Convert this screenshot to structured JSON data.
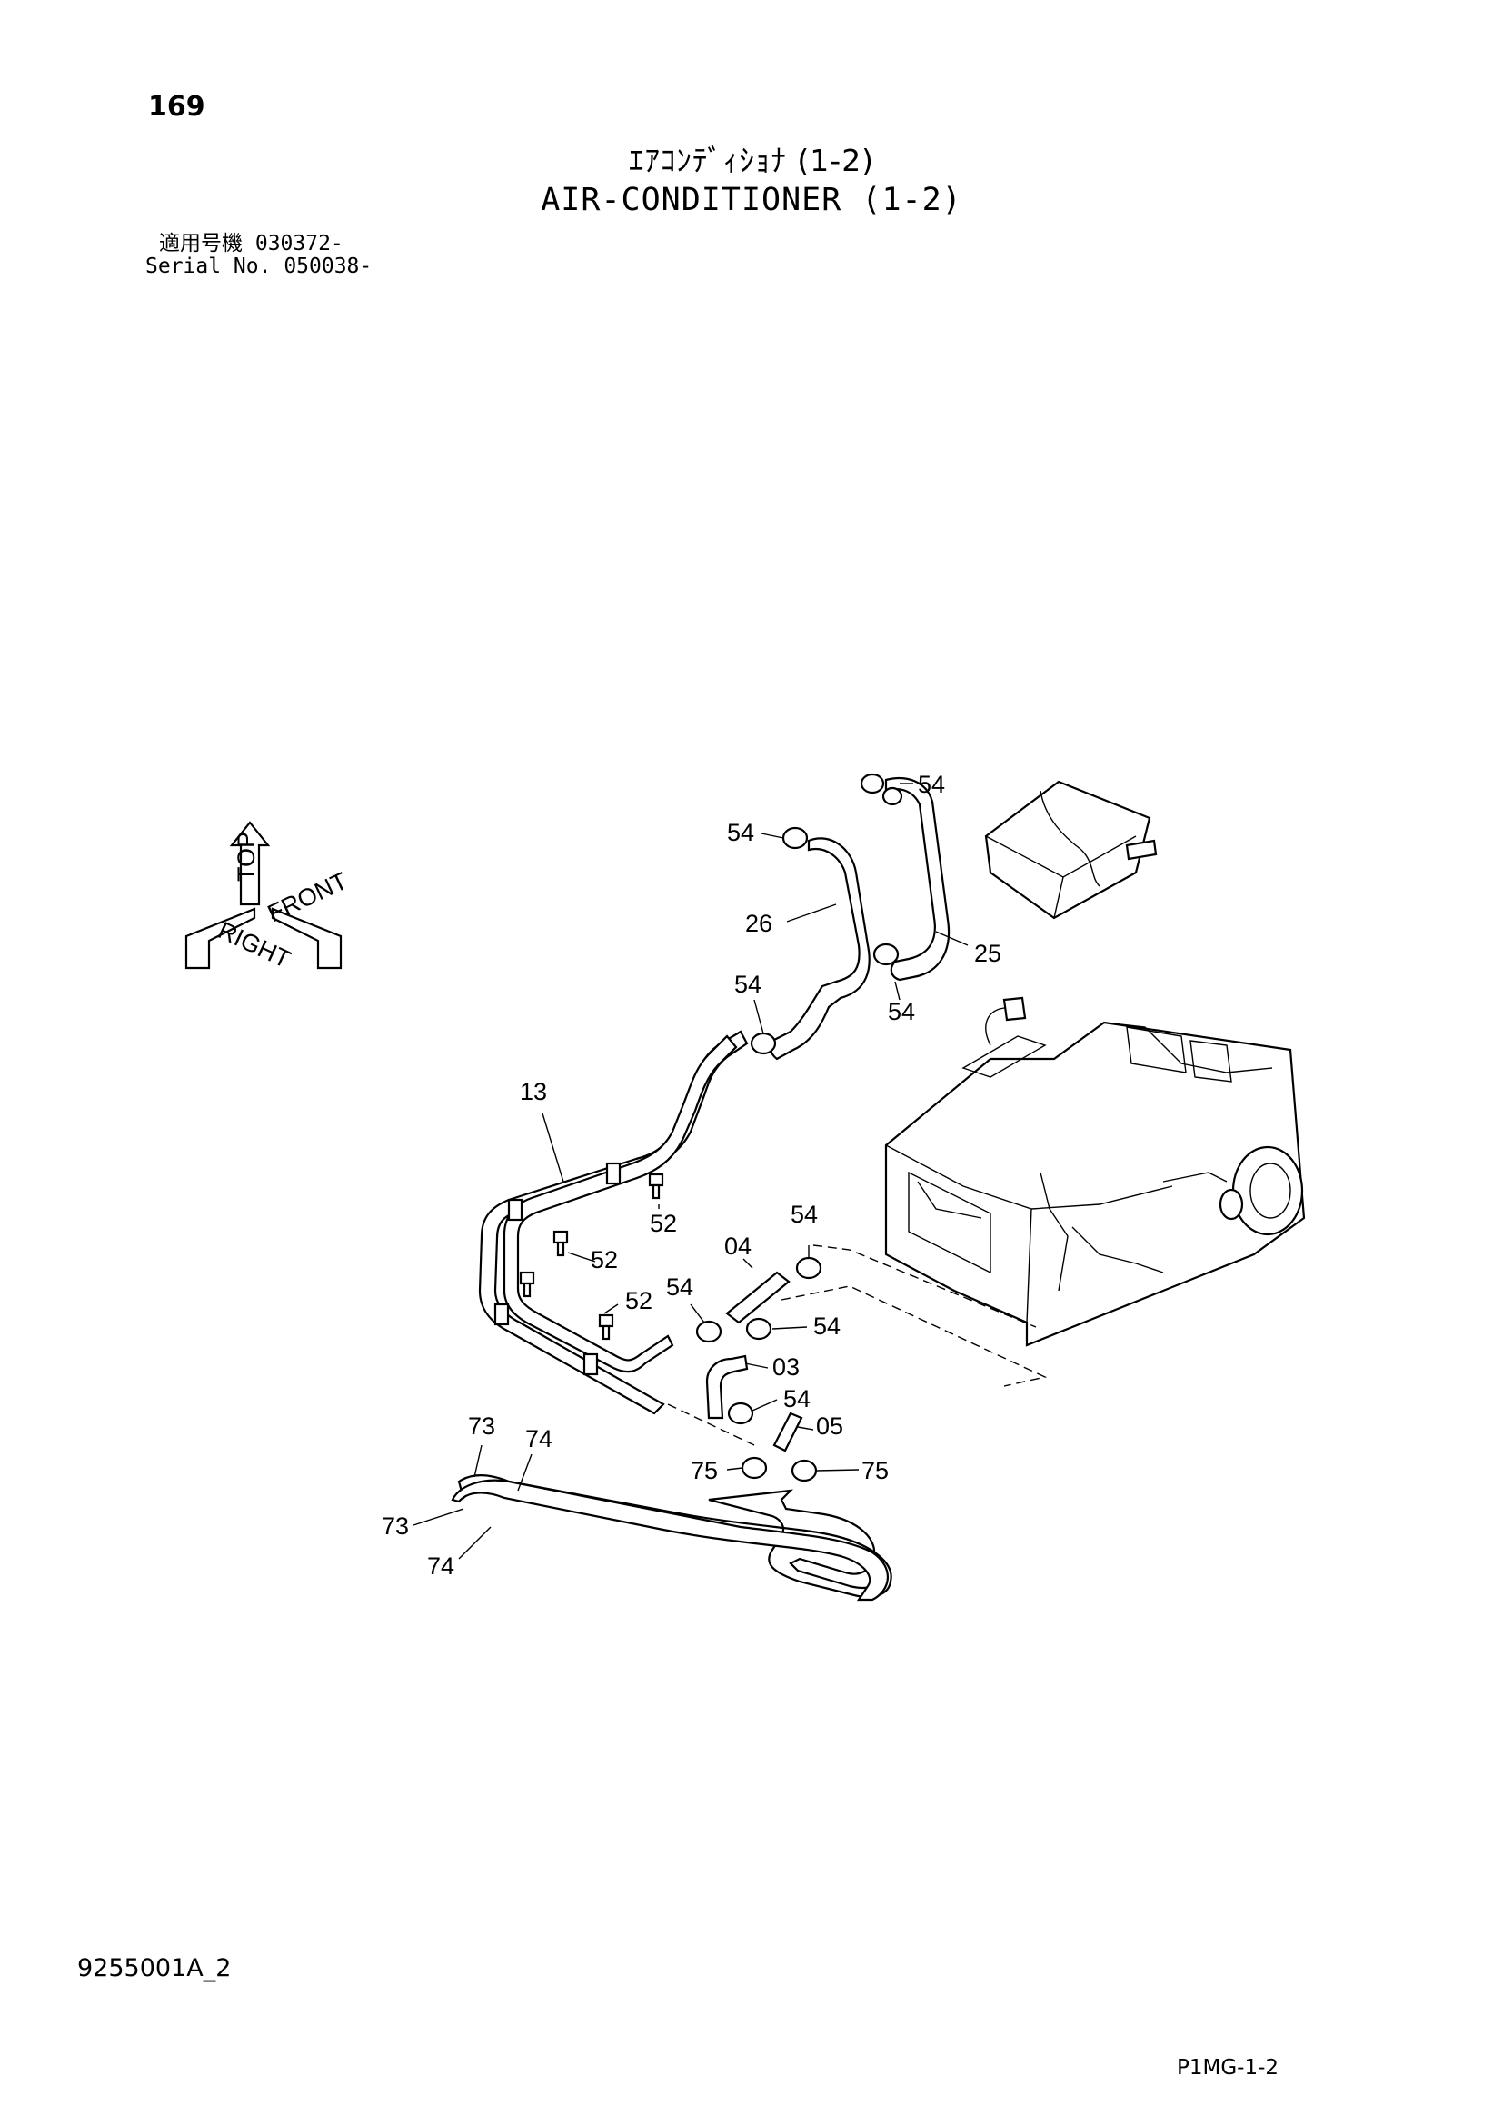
{
  "header": {
    "page_number": "169",
    "title_jp": "ｴｱｺﾝﾃﾞｨｼｮﾅ (1-2)",
    "title_en": "AIR-CONDITIONER (1-2)",
    "serial_line1": "適用号機  030372-",
    "serial_line2": "Serial No. 050038-"
  },
  "orientation_icon": {
    "labels": [
      "TOP",
      "RIGHT",
      "FRONT"
    ]
  },
  "callouts": {
    "c54a": "54",
    "c54b": "54",
    "c54c": "54",
    "c54d": "54",
    "c54e": "54",
    "c54f": "54",
    "c54g": "54",
    "c54h": "54",
    "c26": "26",
    "c25": "25",
    "c13": "13",
    "c52a": "52",
    "c52b": "52",
    "c52c": "52",
    "c04": "04",
    "c03": "03",
    "c05": "05",
    "c73a": "73",
    "c73b": "73",
    "c74a": "74",
    "c74b": "74",
    "c75a": "75",
    "c75b": "75"
  },
  "footer": {
    "doc_code": "9255001A_2",
    "sheet_ref": "P1MG-1-2"
  }
}
